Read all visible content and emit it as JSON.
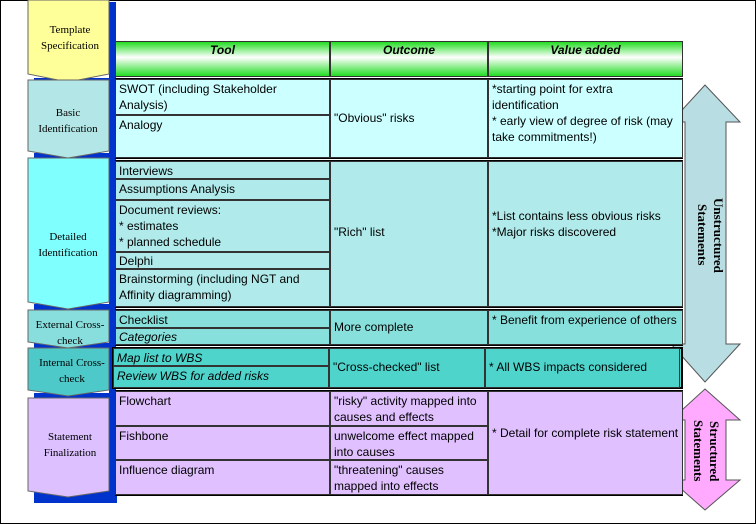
{
  "stages": [
    {
      "label": "Template Specification",
      "color": "#ffff99"
    },
    {
      "label": "Basic Identification",
      "color": "#b3e6e6"
    },
    {
      "label": "Detailed Identification",
      "color": "#80ffff"
    },
    {
      "label": "External Cross-check",
      "color": "#88dddd"
    },
    {
      "label": "Internal Cross-check",
      "color": "#4dc9c9"
    },
    {
      "label": "Statement Finalization",
      "color": "#ddc0ff"
    }
  ],
  "headers": {
    "tool": "Tool",
    "outcome": "Outcome",
    "value": "Value added"
  },
  "basic": {
    "tools": [
      "SWOT (including Stakeholder Analysis)",
      "Analogy"
    ],
    "outcome": "\"Obvious\" risks",
    "value": "*starting point for extra identification\n* early view of degree of risk (may take commitments!)"
  },
  "detailed": {
    "tools": [
      "Interviews",
      "Assumptions Analysis",
      "Document reviews:\n* estimates\n* planned schedule",
      "Delphi",
      "Brainstorming (including NGT and Affinity diagramming)"
    ],
    "outcome": "\"Rich\" list",
    "value": "*List contains less obvious risks\n*Major risks discovered"
  },
  "external": {
    "tools": [
      "Checklist",
      "Categories"
    ],
    "outcome": "More complete",
    "value": "* Benefit from experience of others"
  },
  "internal": {
    "tools": [
      "Map list to WBS",
      "Review WBS for added risks"
    ],
    "outcome": "\"Cross-checked\" list",
    "value": "* All WBS impacts considered"
  },
  "statement": {
    "tools": [
      "Flowchart",
      "Fishbone",
      "Influence diagram"
    ],
    "outcomes": [
      "\"risky\" activity mapped into causes and effects",
      "unwelcome effect mapped into causes",
      "\"threatening\" causes mapped into effects"
    ],
    "value": "* Detail for complete risk statement"
  },
  "arrows": {
    "unstructured": "Unstructured Statements",
    "structured": "Structured Statements"
  }
}
